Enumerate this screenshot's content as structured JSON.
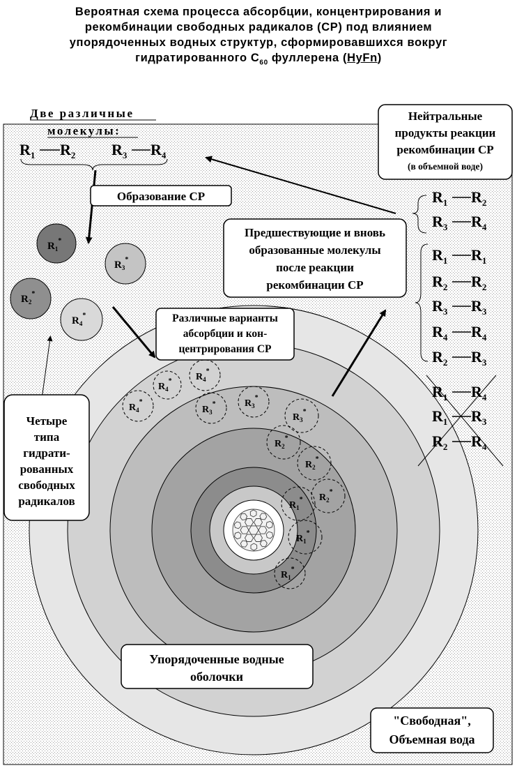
{
  "title": {
    "line1": "Вероятная схема процесса абсорбции, концентрирования и",
    "line2": "рекомбинации свободных радикалов (СР) под влиянием",
    "line3": "упорядоченных водных структур, сформировавшихся вокруг",
    "line4_pre": "гидратированного С",
    "line4_sub": "60",
    "line4_mid": " фуллерена (",
    "line4_link": "HyFn",
    "line4_post": ")"
  },
  "two_molecules": {
    "line1": "Две различные",
    "line2": "молекулы:"
  },
  "formation_label": "Образование СР",
  "neutral_box": {
    "line1": "Нейтральные",
    "line2": "продукты реакции",
    "line3": "рекомбинации СР",
    "line4": "(в объемной воде)"
  },
  "previous_box": {
    "line1": "Предшествующие и вновь",
    "line2": "образованные молекулы",
    "line3": "после реакции",
    "line4": "рекомбинации СР"
  },
  "variants_box": {
    "line1": "Различные варианты",
    "line2": "абсорбции и кон-",
    "line3": "центрирования СР"
  },
  "four_types_box": {
    "line1": "Четыре",
    "line2": "типа",
    "line3": "гидрати-",
    "line4": "рованных",
    "line5": "свободных",
    "line6": "радикалов"
  },
  "shells_box": {
    "line1": "Упорядоченные водные",
    "line2": "оболочки"
  },
  "free_water_box": {
    "line1": "\"Свободная\",",
    "line2": "Объемная вода"
  },
  "radical_symbol": "R",
  "star": "*",
  "top_molecules": [
    {
      "a": "1",
      "b": "2"
    },
    {
      "a": "3",
      "b": "4"
    }
  ],
  "products": [
    {
      "a": "1",
      "b": "2",
      "crossed": false
    },
    {
      "a": "3",
      "b": "4",
      "crossed": false
    },
    {
      "a": "1",
      "b": "1",
      "crossed": false
    },
    {
      "a": "2",
      "b": "2",
      "crossed": false
    },
    {
      "a": "3",
      "b": "3",
      "crossed": false
    },
    {
      "a": "4",
      "b": "4",
      "crossed": false
    },
    {
      "a": "2",
      "b": "3",
      "crossed": false
    },
    {
      "a": "1",
      "b": "4",
      "crossed": true
    },
    {
      "a": "1",
      "b": "3",
      "crossed": true
    },
    {
      "a": "2",
      "b": "4",
      "crossed": true
    }
  ],
  "free_radicals": [
    {
      "idx": "1",
      "shade": "#777777"
    },
    {
      "idx": "3",
      "shade": "#c4c4c4"
    },
    {
      "idx": "2",
      "shade": "#8f8f8f"
    },
    {
      "idx": "4",
      "shade": "#d9d9d9"
    }
  ],
  "absorbed_radicals": [
    "4",
    "4",
    "4",
    "3",
    "3",
    "3",
    "2",
    "2",
    "2",
    "1",
    "1",
    "1"
  ],
  "colors": {
    "shell1": "#e6e6e6",
    "shell2": "#d2d2d2",
    "shell3": "#bdbdbd",
    "shell4": "#a3a3a3",
    "shell5": "#8c8c8c",
    "shell6": "#c8c8c8",
    "core": "#ffffff",
    "dots": "#9a9a9a"
  }
}
